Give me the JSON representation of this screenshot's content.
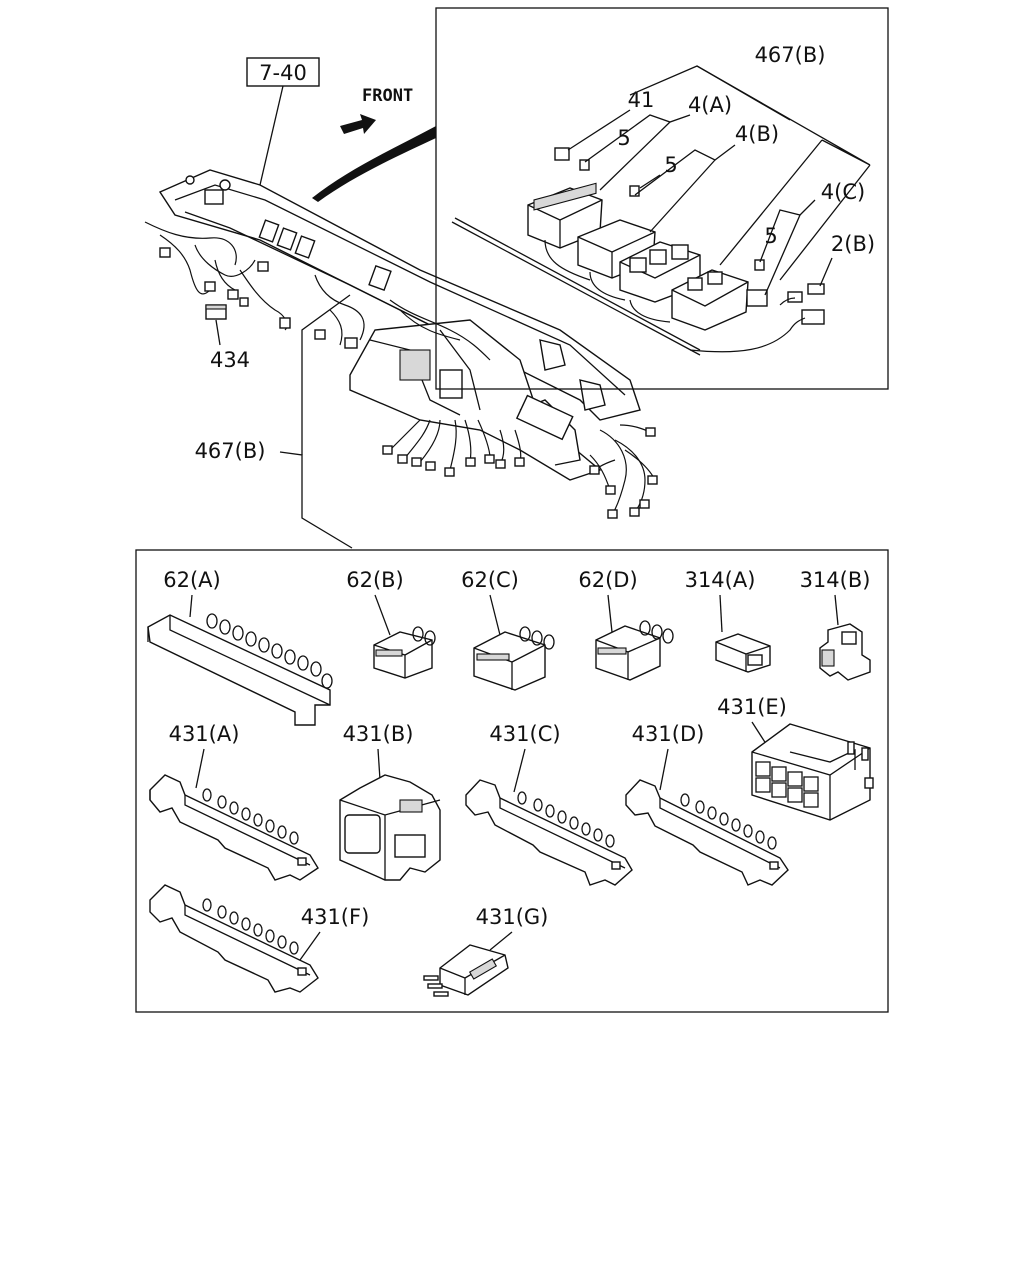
{
  "diagram": {
    "ref_box_label": "7-40",
    "front_label": "FRONT",
    "main_labels": {
      "part_434": "434",
      "part_467B": "467(B)"
    },
    "fuse_inset": {
      "labels": {
        "part_467B": "467(B)",
        "part_41": "41",
        "part_4A": "4(A)",
        "part_5a": "5",
        "part_4B": "4(B)",
        "part_5b": "5",
        "part_4C": "4(C)",
        "part_5c": "5",
        "part_2B": "2(B)"
      }
    },
    "connector_panel": {
      "labels": {
        "c62A": "62(A)",
        "c62B": "62(B)",
        "c62C": "62(C)",
        "c62D": "62(D)",
        "c314A": "314(A)",
        "c314B": "314(B)",
        "c431A": "431(A)",
        "c431B": "431(B)",
        "c431C": "431(C)",
        "c431D": "431(D)",
        "c431E": "431(E)",
        "c431F": "431(F)",
        "c431G": "431(G)"
      }
    }
  }
}
